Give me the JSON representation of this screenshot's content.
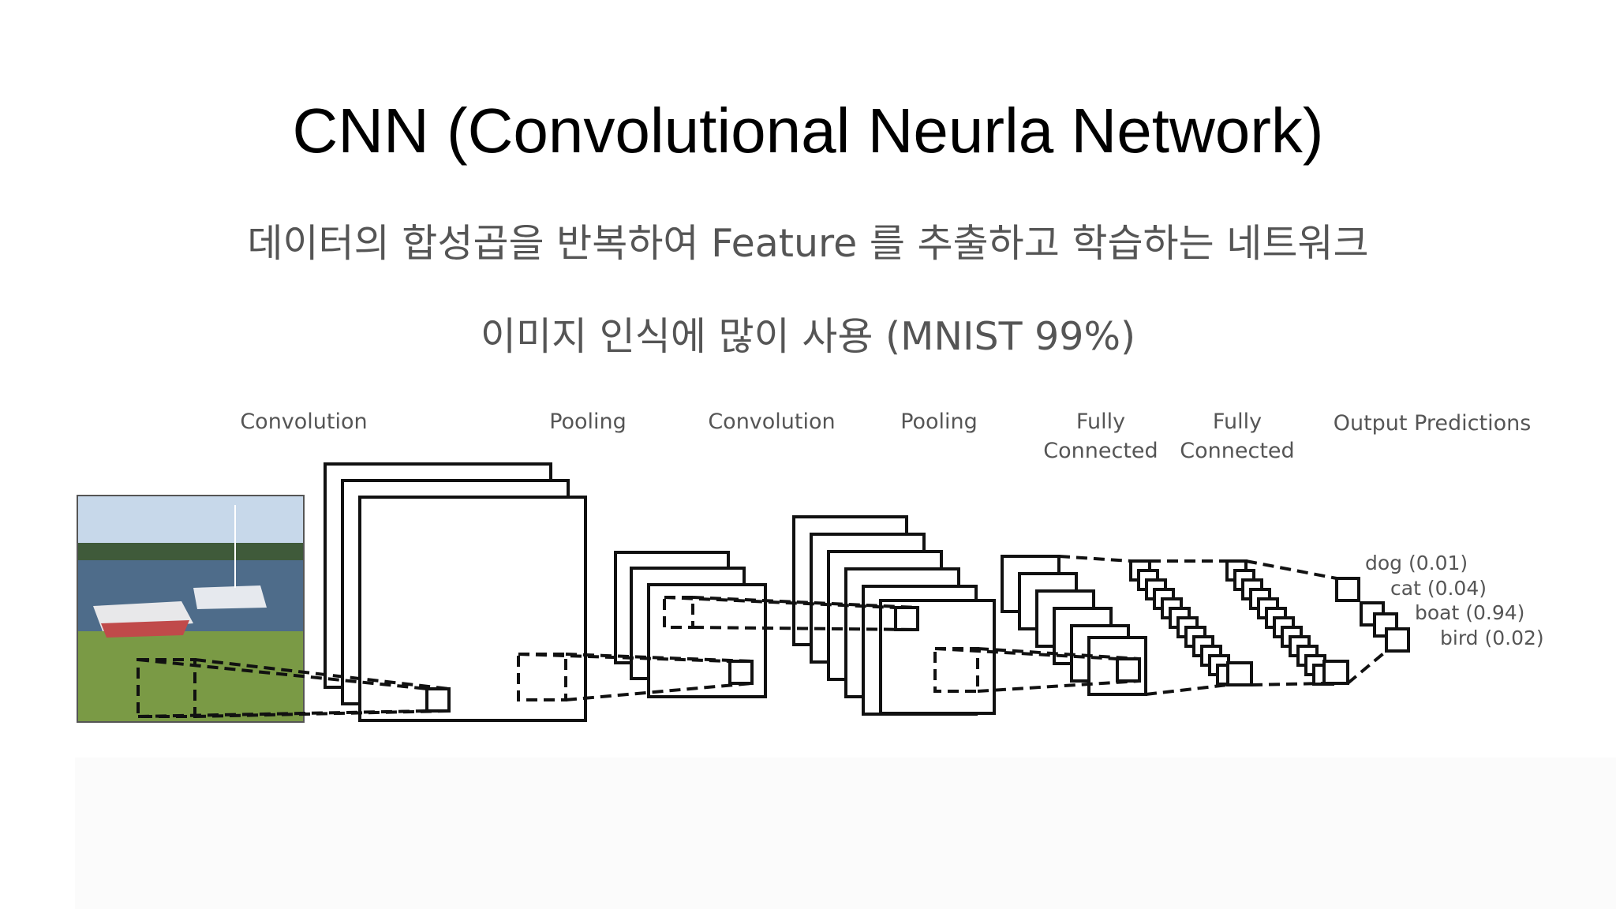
{
  "slide": {
    "title": "CNN (Convolutional Neurla Network)",
    "subtitle_1": "데이터의 합성곱을 반복하여 Feature 를 추출하고 학습하는 네트워크",
    "subtitle_2": "이미지 인식에 많이 사용 (MNIST 99%)"
  },
  "diagram": {
    "stage_labels": {
      "conv1": "Convolution",
      "pool1": "Pooling",
      "conv2": "Convolution",
      "pool2": "Pooling",
      "fc1_line1": "Fully",
      "fc1_line2": "Connected",
      "fc2_line1": "Fully",
      "fc2_line2": "Connected",
      "output": "Output Predictions"
    },
    "predictions": [
      "dog (0.01)",
      "cat (0.04)",
      "boat (0.94)",
      "bird (0.02)"
    ]
  }
}
